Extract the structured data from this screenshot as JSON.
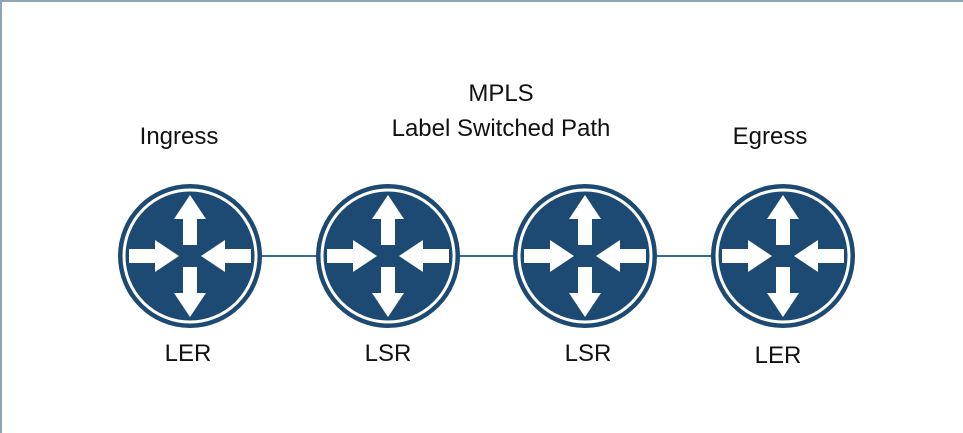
{
  "title": {
    "line1": "MPLS",
    "line2": "Label Switched Path"
  },
  "ingress_label": "Ingress",
  "egress_label": "Egress",
  "routers": [
    {
      "role": "LER"
    },
    {
      "role": "LSR"
    },
    {
      "role": "LSR"
    },
    {
      "role": "LER"
    }
  ],
  "colors": {
    "router_fill": "#1c4a73",
    "router_ring": "#ffffff",
    "link": "#2f6aa3",
    "frame": "#8fa4b8",
    "arrow": "#ffffff"
  },
  "icons": {
    "router": "router-icon"
  }
}
